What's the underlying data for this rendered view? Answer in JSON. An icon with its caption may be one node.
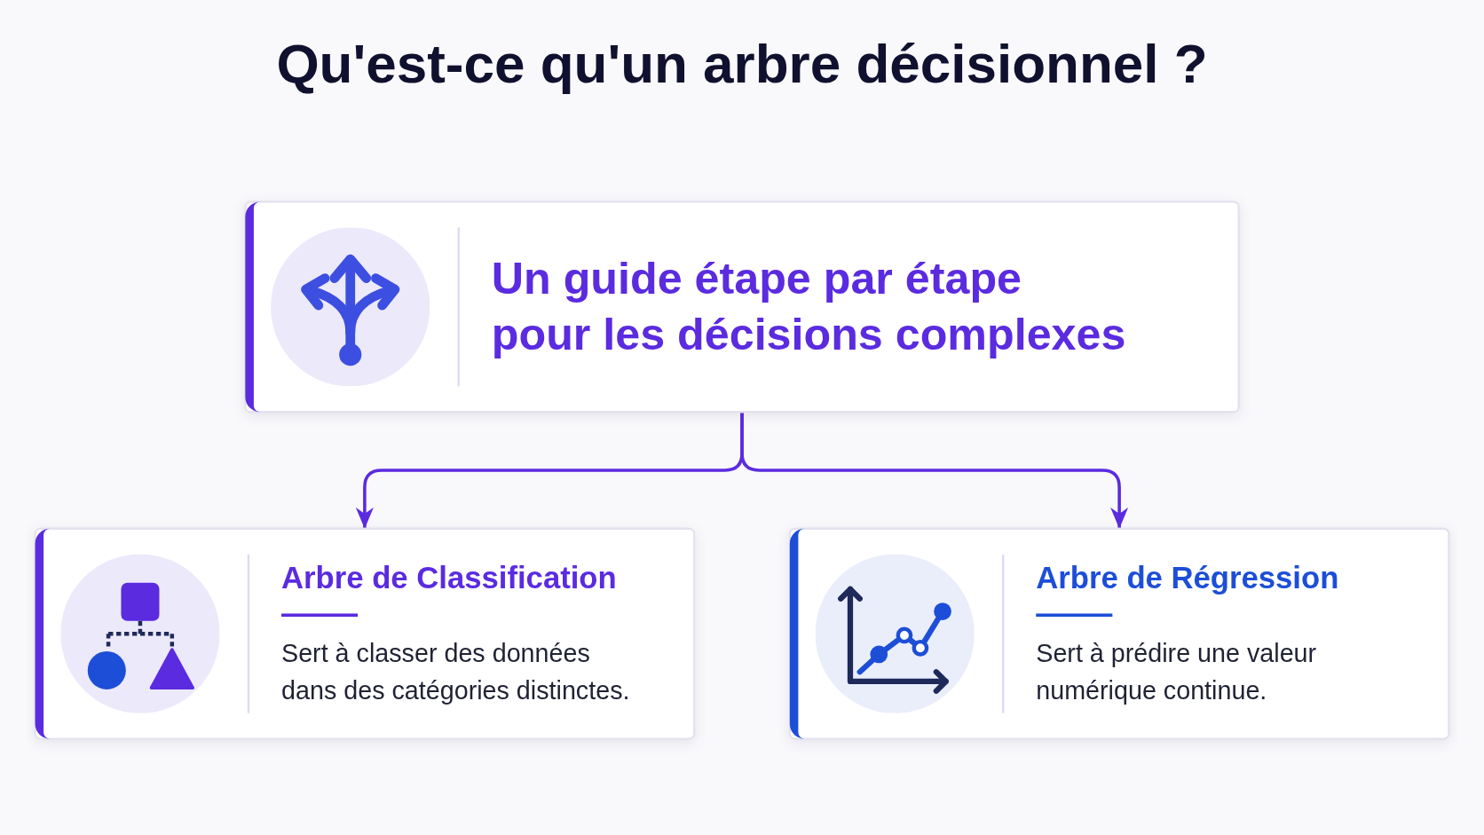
{
  "diagram": {
    "title": "Qu'est-ce qu'un arbre décisionnel ?",
    "nodes": [
      {
        "text": [
          "Un guide étape par étape pour les décisions complexes"
        ]
      },
      {
        "text": [
          "Arbre de Classification",
          "Sert à classer des données dans des catégories distinctes."
        ]
      },
      {
        "text": [
          "Arbre de Régression",
          "Sert à prédire une valeur numérique continue."
        ]
      }
    ],
    "edges": [
      {
        "from": 0,
        "to": 1,
        "arrow": "to"
      },
      {
        "from": 0,
        "to": 2,
        "arrow": "to"
      }
    ]
  }
}
